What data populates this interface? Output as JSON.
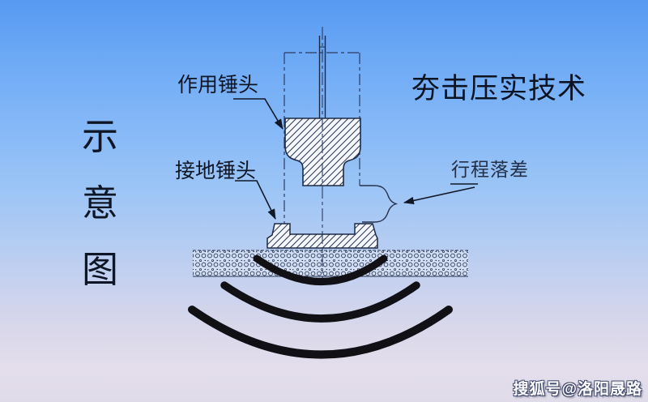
{
  "title": "夯击压实技术",
  "side_label": {
    "text": "示意图",
    "chars": [
      "示",
      "意",
      "图"
    ]
  },
  "callouts": {
    "upper_hammer": "作用锤头",
    "lower_hammer": "接地锤头",
    "stroke_drop": "行程落差"
  },
  "watermark": "搜狐号@洛阳晟路",
  "colors": {
    "background_top": "#579AF2",
    "background_mid": "#9AC4F6",
    "background_bottom": "#E4DEEC",
    "line": "#1D2A45",
    "dash_line": "#2C3C62",
    "hatch_fill": "#F4F6FA",
    "shock_arc": "#101015",
    "text": "#0E1626",
    "watermark_fill": "#FDFCFF"
  }
}
